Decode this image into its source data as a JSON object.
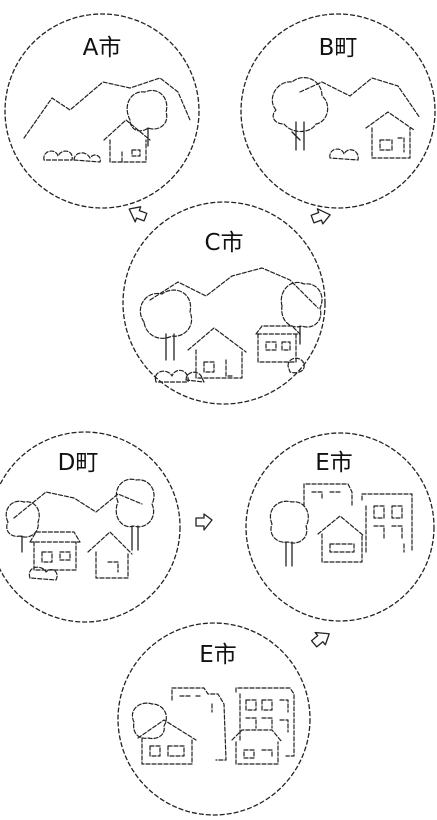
{
  "places": [
    {
      "label": "A市",
      "illustration": "mountain-village"
    },
    {
      "label": "B町",
      "illustration": "town-with-trees"
    },
    {
      "label": "C市",
      "illustration": "mountain-city"
    },
    {
      "label": "D町",
      "illustration": "hill-town"
    },
    {
      "label": "E市",
      "illustration": "city-buildings"
    },
    {
      "label": "E市",
      "illustration": "city-buildings-later"
    }
  ],
  "flow_marker": "arrow-icon",
  "colors": {
    "ink": "#222222",
    "background": "#ffffff"
  }
}
